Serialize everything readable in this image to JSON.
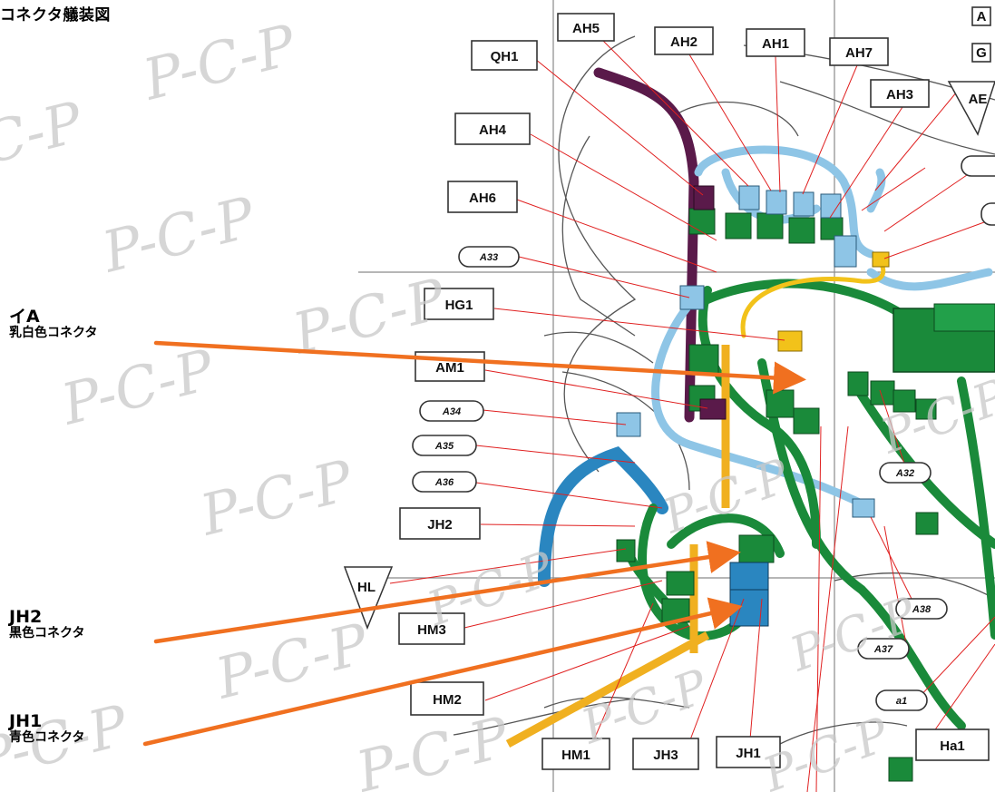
{
  "title": "コネクタ艤装図",
  "callouts": {
    "ia": {
      "code": "イA",
      "desc": "乳白色コネクタ"
    },
    "jh2": {
      "code": "JH2",
      "desc": "黒色コネクタ"
    },
    "jh1": {
      "code": "JH1",
      "desc": "青色コネクタ"
    }
  },
  "connector_labels": {
    "ah5": "AH5",
    "ah2": "AH2",
    "ah1": "AH1",
    "ah7": "AH7",
    "ah3": "AH3",
    "qh1": "QH1",
    "ah4": "AH4",
    "ah6": "AH6",
    "hg1": "HG1",
    "am1": "AM1",
    "jh2": "JH2",
    "hm3": "HM3",
    "hm2": "HM2",
    "hm1": "HM1",
    "jh3": "JH3",
    "jh1": "JH1",
    "ha1": "Ha1",
    "a33": "A33",
    "a34": "A34",
    "a35": "A35",
    "a36": "A36",
    "a32": "A32",
    "a38": "A38",
    "a37": "A37",
    "a1": "a1",
    "ae": "AE",
    "hl": "HL",
    "corner_a": "A",
    "corner_g": "G"
  },
  "watermark": "P-C-P",
  "colors": {
    "orange_arrow": "#f07020",
    "green": "#1a8a3a",
    "light_blue": "#8ec5e6",
    "blue": "#2a86c0",
    "purple": "#5a1a4a",
    "yellow": "#f2c21a",
    "red_leader": "#e02020"
  }
}
